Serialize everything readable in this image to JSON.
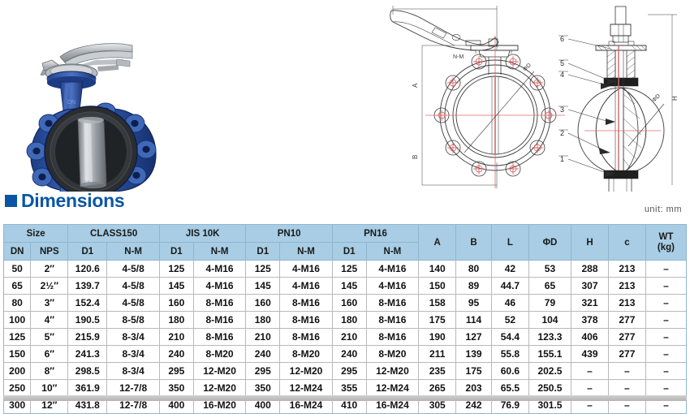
{
  "section": {
    "title": "Dimensions",
    "bullet": "square-bullet",
    "unit_note": "unit: mm"
  },
  "photo": {
    "alt": "lug type butterfly valve with lever handle",
    "body_color": "#2e57a8",
    "handle_color": "#b9bcc0",
    "disc_color": "#c8ccd0",
    "seat_color": "#3a3a3a"
  },
  "drawing": {
    "front_view": {
      "labels": [
        "N-M",
        "ΦD",
        "A",
        "B"
      ]
    },
    "section_view": {
      "labels": [
        "ΦD",
        "H"
      ],
      "callouts": [
        "6",
        "5",
        "4",
        "3",
        "2",
        "1"
      ]
    }
  },
  "table": {
    "group_headers": [
      {
        "label": "Size",
        "span": 2
      },
      {
        "label": "CLASS150",
        "span": 2
      },
      {
        "label": "JIS 10K",
        "span": 2
      },
      {
        "label": "PN10",
        "span": 2
      },
      {
        "label": "PN16",
        "span": 2
      },
      {
        "label": "A",
        "span": 1,
        "rowspan": 2
      },
      {
        "label": "B",
        "span": 1,
        "rowspan": 2
      },
      {
        "label": "L",
        "span": 1,
        "rowspan": 2
      },
      {
        "label": "ΦD",
        "span": 1,
        "rowspan": 2
      },
      {
        "label": "H",
        "span": 1,
        "rowspan": 2
      },
      {
        "label": "c",
        "span": 1,
        "rowspan": 2
      },
      {
        "label": "WT",
        "sub": "(kg)",
        "span": 1,
        "rowspan": 2
      }
    ],
    "sub_headers": [
      "DN",
      "NPS",
      "D1",
      "N-M",
      "D1",
      "N-M",
      "D1",
      "N-M",
      "D1",
      "N-M"
    ],
    "rows": [
      [
        "50",
        "2″",
        "120.6",
        "4-5/8",
        "125",
        "4-M16",
        "125",
        "4-M16",
        "125",
        "4-M16",
        "140",
        "80",
        "42",
        "53",
        "288",
        "213",
        "–"
      ],
      [
        "65",
        "2½″",
        "139.7",
        "4-5/8",
        "145",
        "4-M16",
        "145",
        "4-M16",
        "145",
        "4-M16",
        "150",
        "89",
        "44.7",
        "65",
        "307",
        "213",
        "–"
      ],
      [
        "80",
        "3″",
        "152.4",
        "4-5/8",
        "160",
        "8-M16",
        "160",
        "8-M16",
        "160",
        "8-M16",
        "158",
        "95",
        "46",
        "79",
        "321",
        "213",
        "–"
      ],
      [
        "100",
        "4″",
        "190.5",
        "8-5/8",
        "180",
        "8-M16",
        "180",
        "8-M16",
        "180",
        "8-M16",
        "175",
        "114",
        "52",
        "104",
        "378",
        "277",
        "–"
      ],
      [
        "125",
        "5″",
        "215.9",
        "8-3/4",
        "210",
        "8-M16",
        "210",
        "8-M16",
        "210",
        "8-M16",
        "190",
        "127",
        "54.4",
        "123.3",
        "406",
        "277",
        "–"
      ],
      [
        "150",
        "6″",
        "241.3",
        "8-3/4",
        "240",
        "8-M20",
        "240",
        "8-M20",
        "240",
        "8-M20",
        "211",
        "139",
        "55.8",
        "155.1",
        "439",
        "277",
        "–"
      ],
      [
        "200",
        "8″",
        "298.5",
        "8-3/4",
        "295",
        "12-M20",
        "295",
        "12-M20",
        "295",
        "12-M20",
        "235",
        "175",
        "60.6",
        "202.5",
        "–",
        "–",
        "–"
      ],
      [
        "250",
        "10″",
        "361.9",
        "12-7/8",
        "350",
        "12-M20",
        "350",
        "12-M24",
        "355",
        "12-M24",
        "265",
        "203",
        "65.5",
        "250.5",
        "–",
        "–",
        "–"
      ],
      [
        "300",
        "12″",
        "431.8",
        "12-7/8",
        "400",
        "16-M20",
        "400",
        "16-M24",
        "410",
        "16-M24",
        "305",
        "242",
        "76.9",
        "301.5",
        "–",
        "–",
        "–"
      ]
    ]
  },
  "colors": {
    "header_bg": "#a8cde4",
    "header_border": "#8fb6cf",
    "accent": "#0b56a4",
    "drawing_line": "#3a3a3a",
    "center_line": "#e06a6a"
  }
}
